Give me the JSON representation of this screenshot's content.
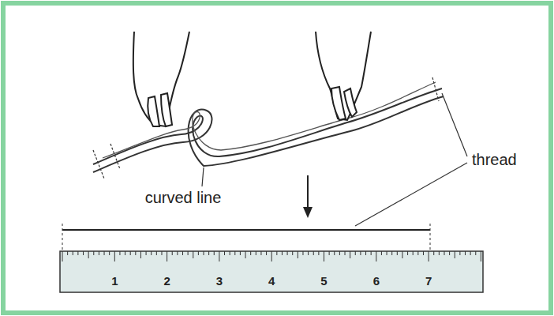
{
  "diagram": {
    "labels": [
      "curved line",
      "thread",
      "1",
      "2",
      "3",
      "4",
      "5",
      "6",
      "7"
    ]
  }
}
